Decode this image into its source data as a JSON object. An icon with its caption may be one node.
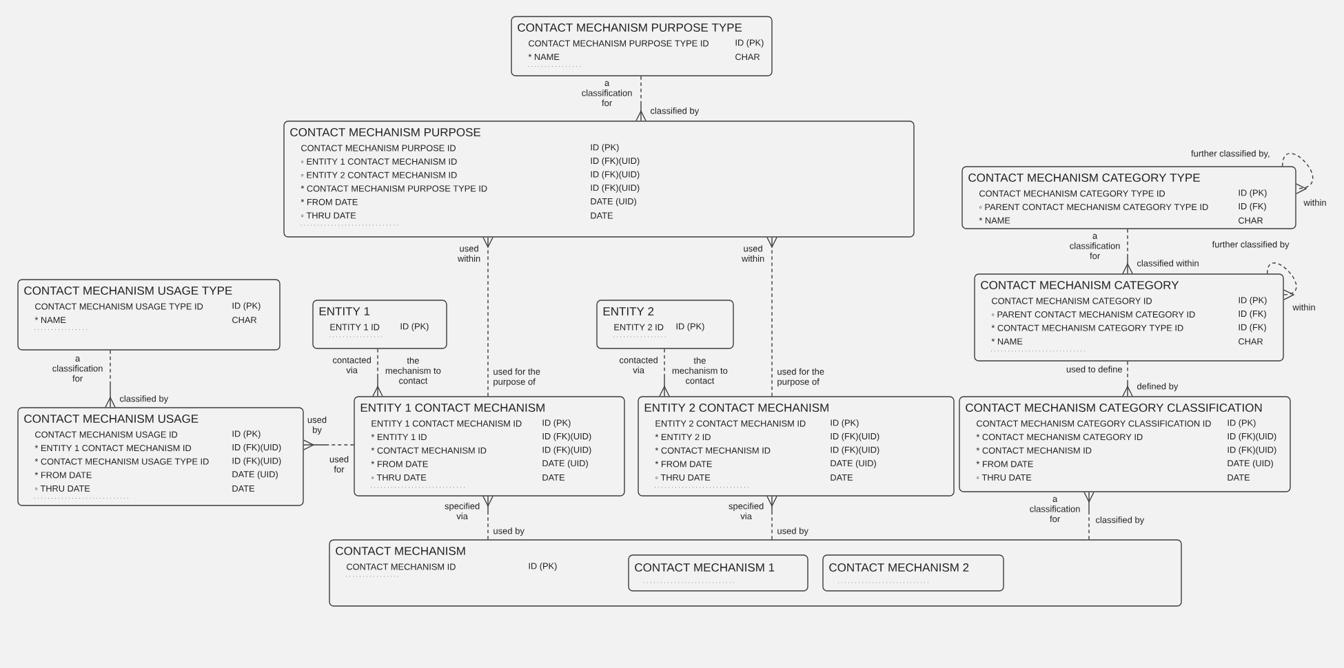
{
  "diagram": {
    "nodes": [
      {
        "text": [
          "CONTACT MECHANISM PURPOSE TYPE",
          "CONTACT MECHANISM PURPOSE TYPE ID",
          "ID (PK)",
          "* NAME",
          "CHAR"
        ]
      },
      {
        "text": [
          "CONTACT MECHANISM PURPOSE",
          "CONTACT MECHANISM PURPOSE ID",
          "ID (PK)",
          "◦ ENTITY 1 CONTACT MECHANISM ID",
          "ID (FK)(UID)",
          "◦ ENTITY 2 CONTACT MECHANISM ID",
          "ID (FK)(UID)",
          "* CONTACT MECHANISM PURPOSE TYPE ID",
          "ID (FK)(UID)",
          "* FROM DATE",
          "DATE (UID)",
          "◦ THRU DATE",
          "DATE"
        ]
      },
      {
        "text": [
          "CONTACT MECHANISM CATEGORY TYPE",
          "CONTACT MECHANISM CATEGORY TYPE ID",
          "ID (PK)",
          "◦ PARENT CONTACT MECHANISM CATEGORY TYPE ID",
          "ID (FK)",
          "* NAME",
          "CHAR"
        ]
      },
      {
        "text": [
          "CONTACT MECHANISM USAGE TYPE",
          "CONTACT MECHANISM USAGE TYPE ID",
          "ID (PK)",
          "* NAME",
          "CHAR"
        ]
      },
      {
        "text": [
          "ENTITY 1",
          "ENTITY 1 ID",
          "ID (PK)"
        ]
      },
      {
        "text": [
          "ENTITY 2",
          "ENTITY 2 ID",
          "ID (PK)"
        ]
      },
      {
        "text": [
          "CONTACT MECHANISM CATEGORY",
          "CONTACT MECHANISM CATEGORY ID",
          "ID (PK)",
          "◦ PARENT CONTACT MECHANISM CATEGORY ID",
          "ID (FK)",
          "* CONTACT MECHANISM CATEGORY TYPE ID",
          "ID (FK)",
          "* NAME",
          "CHAR"
        ]
      },
      {
        "text": [
          "CONTACT MECHANISM USAGE",
          "CONTACT MECHANISM USAGE ID",
          "ID (PK)",
          "* ENTITY 1 CONTACT MECHANISM ID",
          "ID (FK)(UID)",
          "* CONTACT MECHANISM USAGE TYPE ID",
          "ID (FK)(UID)",
          "* FROM DATE",
          "DATE (UID)",
          "◦ THRU DATE",
          "DATE"
        ]
      },
      {
        "text": [
          "ENTITY 1 CONTACT MECHANISM",
          "ENTITY 1 CONTACT MECHANISM ID",
          "ID (PK)",
          "* ENTITY 1 ID",
          "ID (FK)(UID)",
          "* CONTACT MECHANISM ID",
          "ID (FK)(UID)",
          "* FROM DATE",
          "DATE (UID)",
          "◦ THRU DATE",
          "DATE"
        ]
      },
      {
        "text": [
          "ENTITY 2 CONTACT MECHANISM",
          "ENTITY 2 CONTACT MECHANISM ID",
          "ID (PK)",
          "* ENTITY 2 ID",
          "ID (FK)(UID)",
          "* CONTACT MECHANISM ID",
          "ID (FK)(UID)",
          "* FROM DATE",
          "DATE (UID)",
          "◦ THRU DATE",
          "DATE"
        ]
      },
      {
        "text": [
          "CONTACT MECHANISM CATEGORY CLASSIFICATION",
          "CONTACT MECHANISM CATEGORY CLASSIFICATION ID",
          "ID (PK)",
          "* CONTACT MECHANISM CATEGORY ID",
          "ID (FK)(UID)",
          "* CONTACT MECHANISM ID",
          "ID (FK)(UID)",
          "* FROM DATE",
          "DATE (UID)",
          "◦ THRU DATE",
          "DATE"
        ]
      },
      {
        "text": [
          "CONTACT MECHANISM",
          "CONTACT MECHANISM ID",
          "ID (PK)"
        ]
      },
      {
        "text": [
          "CONTACT MECHANISM 1"
        ],
        "in": 11
      },
      {
        "text": [
          "CONTACT MECHANISM 2"
        ],
        "in": 11
      }
    ],
    "edges": [
      {
        "from": 0,
        "to": 1,
        "arrow": "other"
      },
      {
        "from": 2,
        "to": 2,
        "arrow": "other",
        "style": "dashed"
      },
      {
        "from": 8,
        "to": 1,
        "arrow": "other"
      },
      {
        "from": 9,
        "to": 1,
        "arrow": "other"
      },
      {
        "from": 2,
        "to": 6,
        "arrow": "other"
      },
      {
        "from": 6,
        "to": 6,
        "arrow": "other",
        "style": "dashed"
      },
      {
        "from": 3,
        "to": 7,
        "arrow": "other"
      },
      {
        "from": 4,
        "to": 8,
        "arrow": "other"
      },
      {
        "from": 5,
        "to": 9,
        "arrow": "other"
      },
      {
        "from": 8,
        "to": 7,
        "arrow": "other"
      },
      {
        "from": 6,
        "to": 10,
        "arrow": "other"
      },
      {
        "from": 11,
        "to": 8,
        "arrow": "other"
      },
      {
        "from": 11,
        "to": 9,
        "arrow": "other"
      },
      {
        "from": 11,
        "to": 10,
        "arrow": "other"
      }
    ],
    "labels": [
      "a classification for",
      "classified by",
      "further classified by,",
      "within",
      "used within",
      "used within",
      "a classification for",
      "further classified by",
      "classified within",
      "within",
      "a classification for",
      "contacted via",
      "the mechanism to contact",
      "used for the purpose of",
      "contacted via",
      "the mechanism to contact",
      "used for the purpose of",
      "used to define",
      "defined by",
      "classified by",
      "used by",
      "used for",
      "a classification for",
      "classified by",
      "specified via",
      "used by",
      "specified via",
      "used by"
    ]
  }
}
